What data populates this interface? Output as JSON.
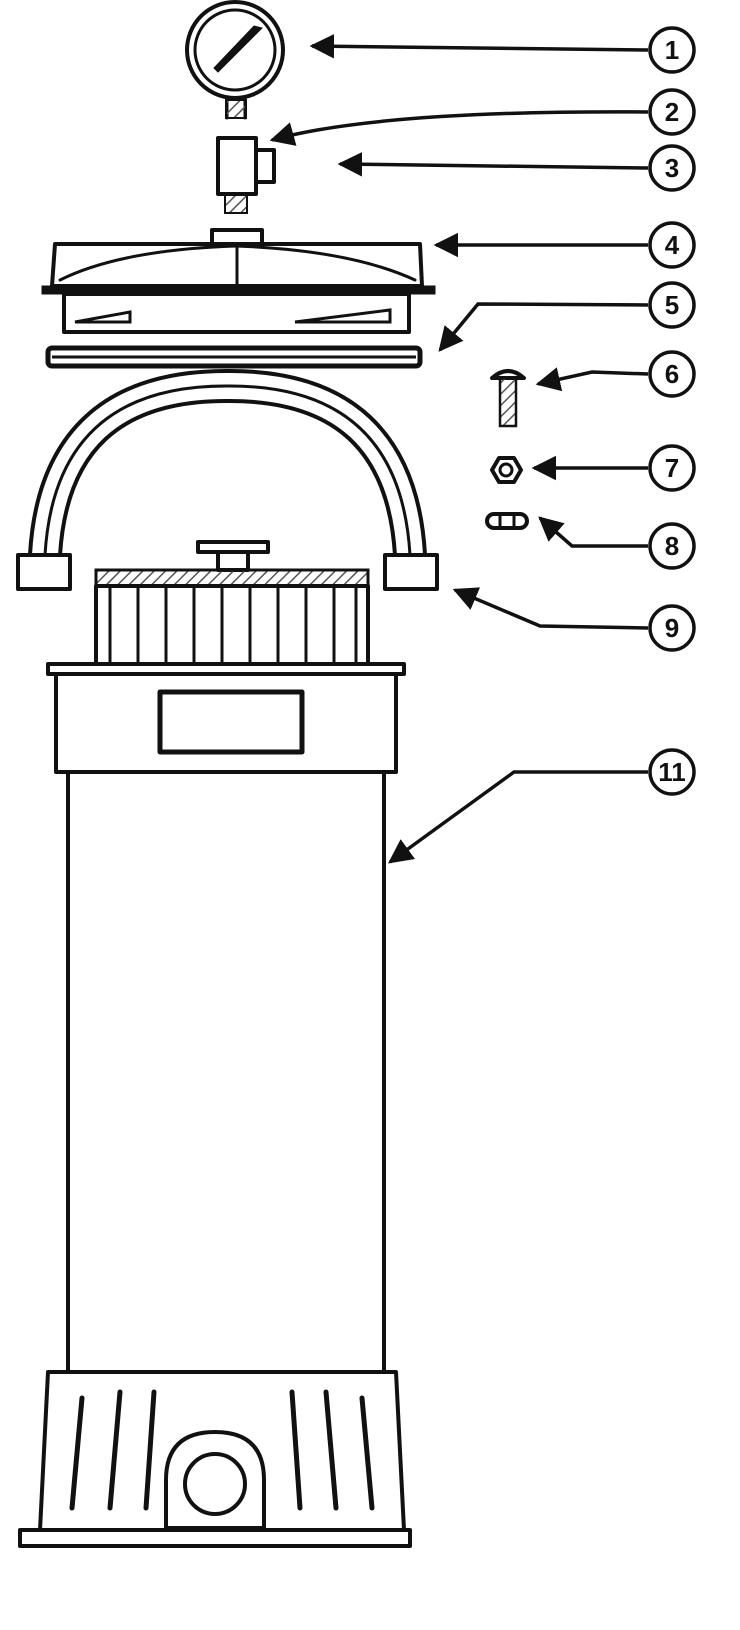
{
  "diagram": {
    "callouts": [
      {
        "label": "1",
        "part": "pressure-gauge"
      },
      {
        "label": "2",
        "part": "tee-fitting"
      },
      {
        "label": "3",
        "part": "fitting-nipple"
      },
      {
        "label": "4",
        "part": "filter-lid"
      },
      {
        "label": "5",
        "part": "o-ring"
      },
      {
        "label": "6",
        "part": "bolt"
      },
      {
        "label": "7",
        "part": "nut"
      },
      {
        "label": "8",
        "part": "clip"
      },
      {
        "label": "9",
        "part": "handle"
      },
      {
        "label": "11",
        "part": "filter-tank"
      }
    ],
    "colors": {
      "ink": "#111111",
      "paper": "#ffffff",
      "hatch": "#777777"
    }
  }
}
